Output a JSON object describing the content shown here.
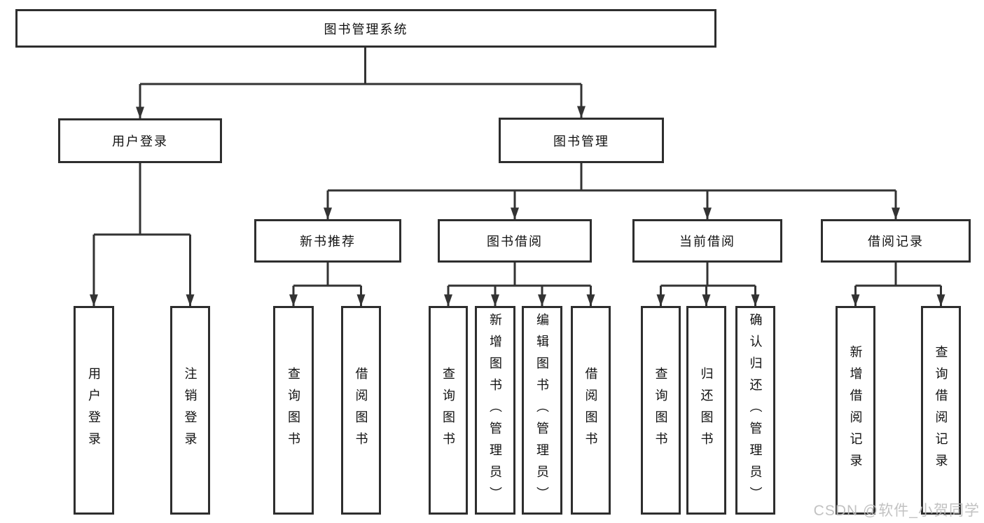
{
  "diagram": {
    "root": {
      "label": "图书管理系统"
    },
    "children": [
      {
        "label": "用户登录",
        "children": [
          {
            "label": "用户登录"
          },
          {
            "label": "注销登录"
          }
        ]
      },
      {
        "label": "图书管理",
        "children": [
          {
            "label": "新书推荐",
            "children": [
              {
                "label": "查询图书"
              },
              {
                "label": "借阅图书"
              }
            ]
          },
          {
            "label": "图书借阅",
            "children": [
              {
                "label": "查询图书"
              },
              {
                "label": "新增图书（管理员）"
              },
              {
                "label": "编辑图书（管理员）"
              },
              {
                "label": "借阅图书"
              }
            ]
          },
          {
            "label": "当前借阅",
            "children": [
              {
                "label": "查询图书"
              },
              {
                "label": "归还图书"
              },
              {
                "label": "确认归还（管理员）"
              }
            ]
          },
          {
            "label": "借阅记录",
            "children": [
              {
                "label": "新增借阅记录"
              },
              {
                "label": "查询借阅记录"
              }
            ]
          }
        ]
      }
    ]
  },
  "watermark": "CSDN @软件_小贺同学",
  "colors": {
    "border": "#2e2e2e",
    "line": "#333333",
    "text": "#111111",
    "watermark": "#bdbdbd",
    "background": "#ffffff"
  }
}
